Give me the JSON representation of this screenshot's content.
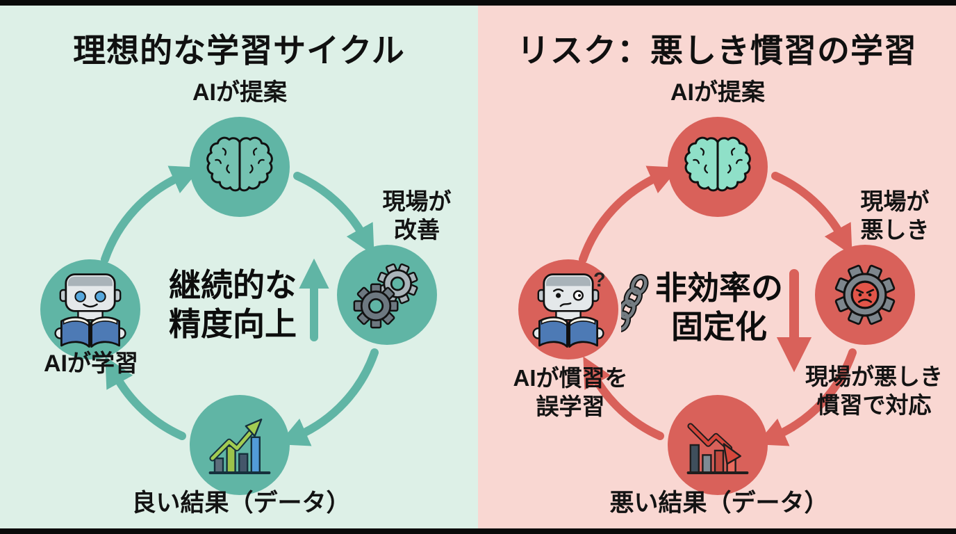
{
  "left": {
    "title": "理想的な学習サイクル",
    "node_top_label": "AIが提案",
    "node_right_label": "現場が\n改善",
    "node_bottom_label": "良い結果（データ）",
    "node_left_label": "AIが学習",
    "center_text": "継続的な\n精度向上"
  },
  "right": {
    "title": "リスク：悪しき慣習の学習",
    "node_top_label": "AIが提案",
    "node_right_label": "現場が\n悪しき",
    "node_right_sub_label": "現場が悪しき\n慣習で対応",
    "node_bottom_label": "悪い結果（データ）",
    "node_left_label": "AIが慣習を\n誤学習",
    "center_text": "非効率の\n固定化",
    "question_mark": "?"
  },
  "colors": {
    "bg_left": "#ddf0e7",
    "bg_right": "#f9d7d2",
    "accent_teal": "#60b5a5",
    "accent_red": "#d9615a",
    "letterbox": "#0a0a0a",
    "text": "#101010"
  },
  "icons": {
    "left_cycle": [
      "brain-icon",
      "gears-icon",
      "chart-up-icon",
      "robot-reading-icon",
      "up-arrow-icon"
    ],
    "right_cycle": [
      "brain-icon",
      "angry-gear-icon",
      "chart-down-icon",
      "robot-confused-icon",
      "down-arrow-icon",
      "chain-icon"
    ]
  }
}
